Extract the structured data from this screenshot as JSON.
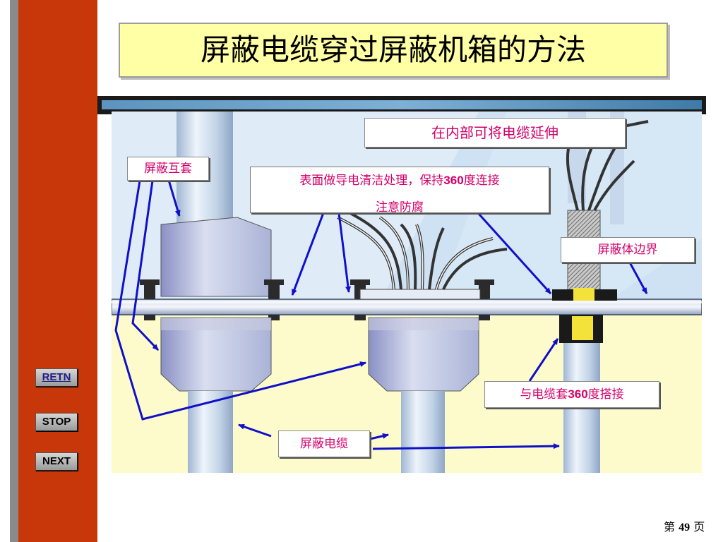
{
  "slide": {
    "title": "屏蔽电缆穿过屏蔽机箱的方法",
    "page_prefix": "第",
    "page_number": "49",
    "page_suffix": "页"
  },
  "nav": {
    "retn": "RETN",
    "stop": "STOP",
    "next": "NEXT"
  },
  "labels": {
    "extend_inside": "在内部可将电缆延伸",
    "shield_sleeve": "屏蔽互套",
    "surface_treat_a": "表面做导电清洁处理，保持",
    "surface_treat_num": "360",
    "surface_treat_b": "度连接",
    "anticorrosion": "注意防腐",
    "boundary": "屏蔽体边界",
    "bond_a": "与电缆套",
    "bond_num": "360",
    "bond_b": "度搭接",
    "shielded_cable": "屏蔽电缆"
  },
  "colors": {
    "sidebar": "#c8370a",
    "title_bg": "#ffffa6",
    "label_text": "#d4006a",
    "arrow": "#1010c8",
    "diagram_bg": "#fdfbcc"
  }
}
